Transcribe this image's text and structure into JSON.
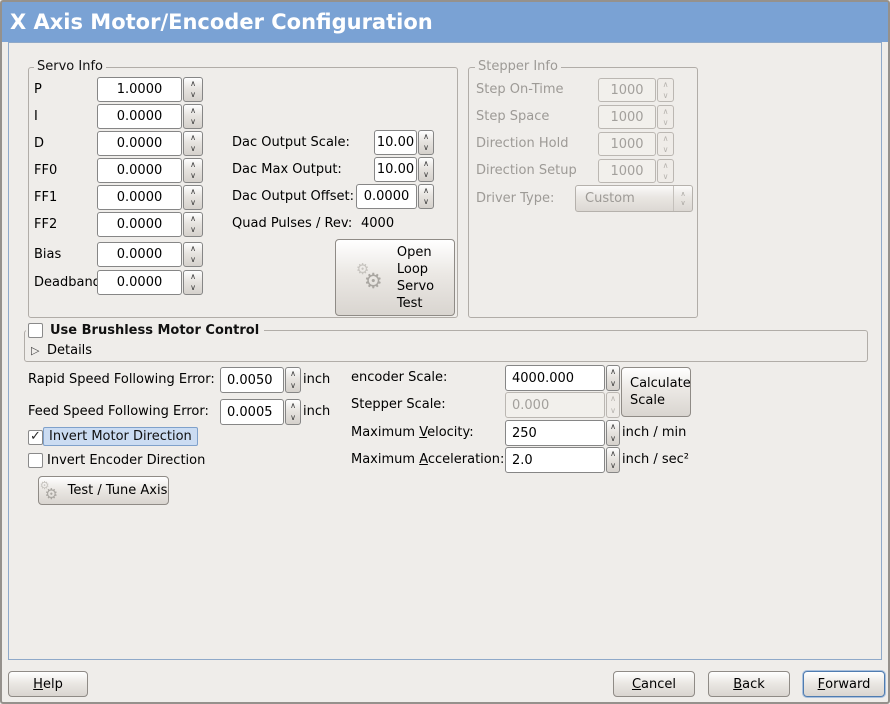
{
  "window": {
    "title": "X Axis Motor/Encoder Configuration"
  },
  "icons": {
    "gear": "⚙",
    "check": "✓",
    "expander_right": "▷"
  },
  "servo": {
    "frame_label": "Servo Info",
    "rows": [
      {
        "label": "P",
        "value": "1.0000"
      },
      {
        "label": "I",
        "value": "0.0000"
      },
      {
        "label": "D",
        "value": "0.0000"
      },
      {
        "label": "FF0",
        "value": "0.0000"
      },
      {
        "label": "FF1",
        "value": "0.0000"
      },
      {
        "label": "FF2",
        "value": "0.0000"
      },
      {
        "label": "Bias",
        "value": "0.0000"
      },
      {
        "label": "Deadband",
        "value": "0.0000"
      }
    ]
  },
  "dac": {
    "scale_label": "Dac Output Scale:",
    "scale_value": "10.00",
    "max_label": "Dac Max Output:",
    "max_value": "10.00",
    "offset_label": "Dac Output Offset:",
    "offset_value": "0.0000",
    "quad_label": "Quad Pulses / Rev:",
    "quad_value": "4000"
  },
  "open_loop_button": {
    "lines": [
      "Open",
      "Loop",
      "Servo",
      "Test"
    ]
  },
  "stepper": {
    "frame_label": "Stepper Info",
    "rows": [
      {
        "label": "Step On-Time",
        "value": "1000"
      },
      {
        "label": "Step Space",
        "value": "1000"
      },
      {
        "label": "Direction Hold",
        "value": "1000"
      },
      {
        "label": "Direction Setup",
        "value": "1000"
      }
    ],
    "driver_label": "Driver Type:",
    "driver_value": "Custom"
  },
  "brushless": {
    "checkbox_label": "Use Brushless Motor Control",
    "details_label": "Details"
  },
  "following_error": {
    "rapid_label": "Rapid Speed Following Error:",
    "rapid_value": "0.0050",
    "rapid_unit": "inch",
    "feed_label": "Feed Speed Following Error:",
    "feed_value": "0.0005",
    "feed_unit": "inch"
  },
  "invert": {
    "motor_label": "Invert Motor Direction",
    "encoder_label": "Invert Encoder Direction"
  },
  "test_tune_button": {
    "label": "Test / Tune Axis"
  },
  "scales": {
    "encoder_label": "encoder Scale:",
    "encoder_value": "4000.000",
    "calculate_lines": [
      "Calculate",
      "Scale"
    ],
    "stepper_label": "Stepper Scale:",
    "stepper_value": "0.000",
    "velocity_label": {
      "pre": "Maximum ",
      "key": "V",
      "post": "elocity:"
    },
    "velocity_value": "250",
    "velocity_unit": "inch / min",
    "accel_label": {
      "pre": "Maximum ",
      "key": "A",
      "post": "cceleration:"
    },
    "accel_value": "2.0",
    "accel_unit": "inch / sec²"
  },
  "footer": {
    "help": {
      "pre": "",
      "key": "H",
      "post": "elp"
    },
    "cancel": {
      "pre": "",
      "key": "C",
      "post": "ancel"
    },
    "back": {
      "pre": "",
      "key": "B",
      "post": "ack"
    },
    "forward": {
      "pre": "",
      "key": "F",
      "post": "orward"
    }
  },
  "colors": {
    "titlebar": "#7aa2d4",
    "focus_blue": "#4f7cb0",
    "selection_bg": "#cbdcf2",
    "window_bg": "#efedea"
  }
}
